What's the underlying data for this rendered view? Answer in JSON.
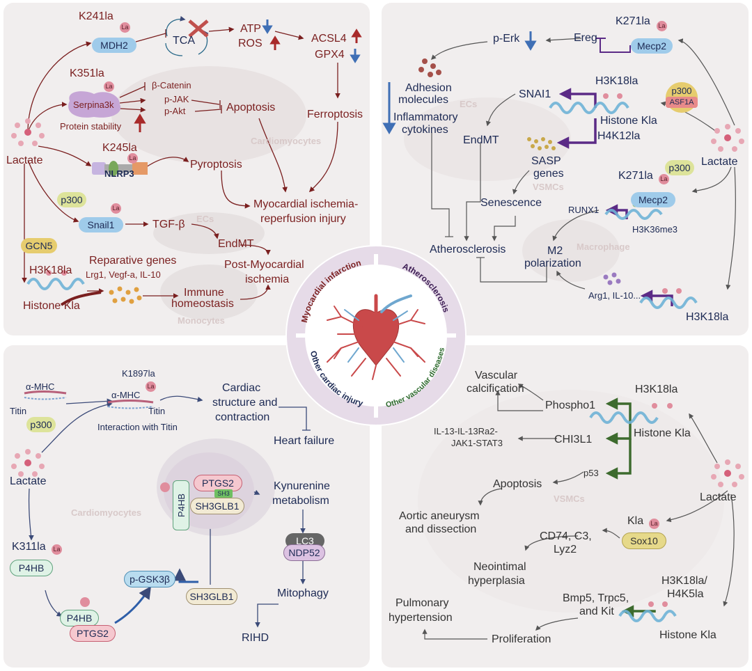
{
  "colors": {
    "panel_bg": "#f1eeee",
    "red_text": "#7a1f1f",
    "navy_text": "#1d2a54",
    "purple_arrow": "#5b2a86",
    "green_arrow": "#3d6b2e",
    "la_badge": "#e08d9d",
    "dna": "#9fd0e6"
  },
  "icons": [
    "cross-mark-icon",
    "down-arrow-icon",
    "up-arrow-icon",
    "lactate-dots-icon",
    "dna-helix-icon",
    "heart-vessels-icon"
  ],
  "center": {
    "q1": "Myocardial infarction",
    "q2": "Atherosclerosis",
    "q3": "Other cardiac injury",
    "q4": "Other vascular diseases"
  },
  "la": "La",
  "p1": {
    "k241": "K241la",
    "mdh2": "MDH2",
    "tca": "TCA",
    "atp": "ATP",
    "ros": "ROS",
    "acsl4": "ACSL4",
    "gpx4": "GPX4",
    "k351": "K351la",
    "serpina": "Serpina3k",
    "bcat": "β-Catenin",
    "pjak": "p-JAK",
    "pakt": "p-Akt",
    "apoptosis": "Apoptosis",
    "protstab": "Protein stability",
    "ferroptosis": "Ferroptosis",
    "lactate": "Lactate",
    "cardio": "Cardiomyocytes",
    "k245": "K245la",
    "nlrp3": "NLRP3",
    "pyroptosis": "Pyroptosis",
    "mir1": "Myocardial ischemia-",
    "mir2": "reperfusion injury",
    "p300": "p300",
    "snail1": "Snail1",
    "tgfb": "TGF-β",
    "ecs": "ECs",
    "endmt": "EndMT",
    "gcn5": "GCN5",
    "h3k18": "H3K18la",
    "histone": "Histone Kla",
    "rep1": "Reparative genes",
    "rep2": "Lrg1, Vegf-a, IL-10",
    "pmi1": "Post-Myocardial",
    "pmi2": "ischemia",
    "imm1": "Immune",
    "imm2": "homeostasis",
    "mono": "Monocytes"
  },
  "p2": {
    "k271a": "K271la",
    "mecp2a": "Mecp2",
    "ereg": "Ereg",
    "perk": "p-Erk",
    "adh1": "Adhesion",
    "adh2": "molecules",
    "infl1": "Inflammatory",
    "infl2": "cytokines",
    "ecs": "ECs",
    "snai1": "SNAI1",
    "h3k18": "H3K18la",
    "p300": "p300",
    "asf1a": "ASF1A",
    "histone": "Histone Kla",
    "endmt": "EndMT",
    "h4k12": "H4K12la",
    "sasp1": "SASP",
    "sasp2": "genes",
    "vsmcs": "VSMCs",
    "lactate": "Lactate",
    "k271b": "K271la",
    "p300b": "p300",
    "mecp2b": "Mecp2",
    "senescence": "Senescence",
    "runx1": "RUNX1",
    "h3k36": "H3K36me3",
    "athero": "Atherosclerosis",
    "m2a": "M2",
    "m2b": "polarization",
    "macro": "Macrophage",
    "arg1": "Arg1, IL-10...",
    "h3k18b": "H3K18la"
  },
  "p3": {
    "k1897": "K1897la",
    "amhc1": "α-MHC",
    "titin1": "Titin",
    "amhc2": "α-MHC",
    "titin2": "Titin",
    "interaction": "Interaction with Titin",
    "card1": "Cardiac",
    "card2": "structure and",
    "card3": "contraction",
    "hf": "Heart failure",
    "p300": "p300",
    "lactate": "Lactate",
    "cardio": "Cardiomyocytes",
    "p4hb_v": "P4HB",
    "ptgs2a": "PTGS2",
    "sh3": "SH3",
    "sh3glb1a": "SH3GLB1",
    "kyn1": "Kynurenine",
    "kyn2": "metabolism",
    "lc3": "LC3",
    "ndp52": "NDP52",
    "k311": "K311la",
    "p4hb1": "P4HB",
    "sh3glb1b": "SH3GLB1",
    "pgsk": "p-GSK3β",
    "mitophagy": "Mitophagy",
    "p4hb2": "P4HB",
    "ptgs2b": "PTGS2",
    "rihd": "RIHD"
  },
  "p4": {
    "vasc1": "Vascular",
    "vasc2": "calcification",
    "h3k18": "H3K18la",
    "phospho1": "Phospho1",
    "histone": "Histone Kla",
    "il13a": "IL-13-IL-13Ra2-",
    "il13b": "JAK1-STAT3",
    "chi3l1": "CHI3L1",
    "p53": "p53",
    "apoptosis": "Apoptosis",
    "lactate": "Lactate",
    "aort1": "Aortic aneurysm",
    "aort2": "and dissection",
    "vsmcs": "VSMCs",
    "kla": "Kla",
    "sox10": "Sox10",
    "cd74a": "CD74, C3,",
    "cd74b": "Lyz2",
    "neo1": "Neointimal",
    "neo2": "hyperplasia",
    "h3k18h4k5a": "H3K18la/",
    "h3k18h4k5b": "H4K5la",
    "bmp1": "Bmp5, Trpc5,",
    "bmp2": "and Kit",
    "pulm1": "Pulmonary",
    "pulm2": "hypertension",
    "prolif": "Proliferation",
    "histone2": "Histone Kla"
  }
}
